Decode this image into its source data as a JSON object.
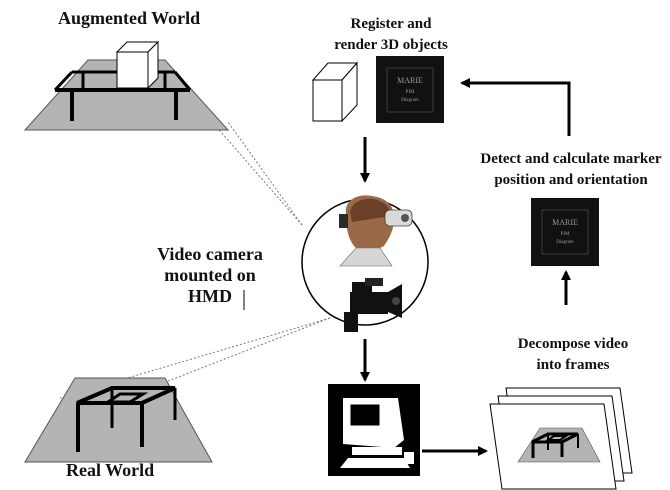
{
  "labels": {
    "augmented_world": "Augmented World",
    "register_line1": "Register and",
    "register_line2": "render 3D objects",
    "detect_line1": "Detect and calculate marker",
    "detect_line2": "position and  orientation",
    "camera_line1": "Video camera",
    "camera_line2": "mounted on",
    "camera_line3": "HMD",
    "decompose_line1": "Decompose video",
    "decompose_line2": "into frames",
    "real_world": "Real World"
  },
  "marker": {
    "line1": "MARIE",
    "line2": "PIM",
    "line3": "Diagram"
  },
  "colors": {
    "plane_fill": "#b4b4b4",
    "marker_fill": "#111111",
    "ink": "#000000"
  }
}
